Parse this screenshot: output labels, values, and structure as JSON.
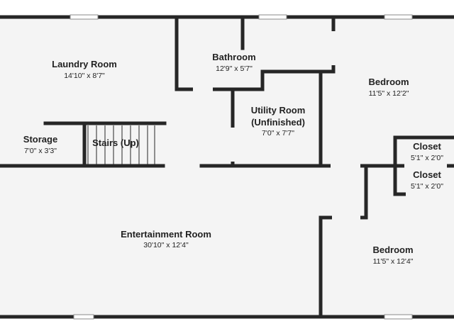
{
  "rooms": {
    "laundry": {
      "name": "Laundry Room",
      "dims": "14'10\" x 8'7\""
    },
    "bathroom": {
      "name": "Bathroom",
      "dims": "12'9\" x 5'7\""
    },
    "bedroom1": {
      "name": "Bedroom",
      "dims": "11'5\" x 12'2\""
    },
    "utility": {
      "name": "Utility Room",
      "name2": "(Unfinished)",
      "dims": "7'0\" x 7'7\""
    },
    "storage": {
      "name": "Storage",
      "dims": "7'0\" x 3'3\""
    },
    "stairs": {
      "name": "Stairs (Up)"
    },
    "closet1": {
      "name": "Closet",
      "dims": "5'1\" x 2'0\""
    },
    "closet2": {
      "name": "Closet",
      "dims": "5'1\" x 2'0\""
    },
    "entertainment": {
      "name": "Entertainment Room",
      "dims": "30'10\" x 12'4\""
    },
    "bedroom2": {
      "name": "Bedroom",
      "dims": "11'5\" x 12'4\""
    }
  }
}
